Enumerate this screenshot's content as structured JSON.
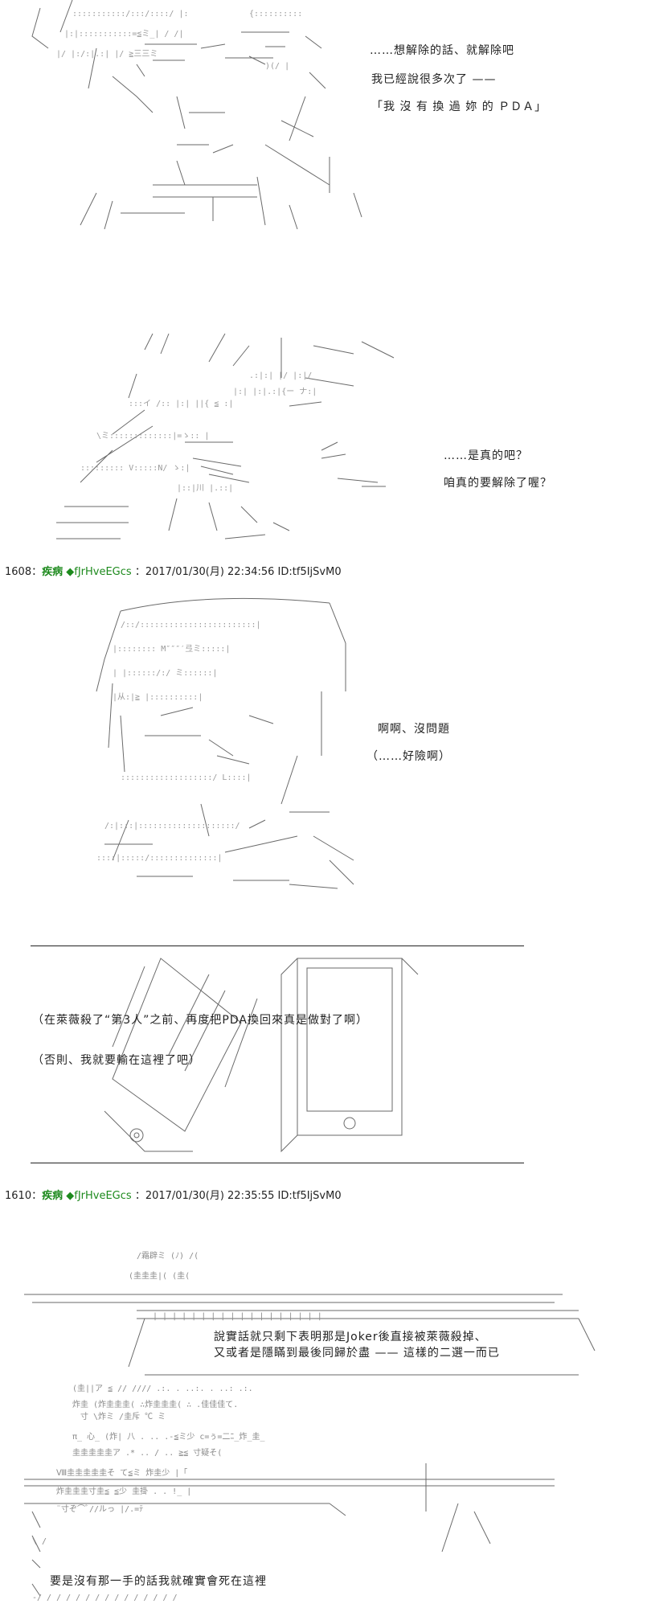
{
  "panel1": {
    "lines": [
      "……想解除的話、就解除吧",
      "我已經說很多次了 ——",
      "「我 沒 有 換 過 妳 的 ＰＤＡ」"
    ]
  },
  "panel2": {
    "lines": [
      "……是真的吧？",
      "咱真的要解除了喔？"
    ]
  },
  "post1608": {
    "number": "1608：",
    "name": "疾病",
    "trip": "◆fJrHveEGcs",
    "date": "：2017/01/30(月) 22:34:56 ID:tf5IjSvM0"
  },
  "panel3": {
    "lines": [
      "啊啊、沒問題",
      "（……好險啊）"
    ]
  },
  "panel4": {
    "lines": [
      "（在萊薇殺了“第3人”之前、再度把PDA換回來真是做對了啊）",
      "（否則、我就要輸在這裡了吧）"
    ]
  },
  "post1610": {
    "number": "1610：",
    "name": "疾病",
    "trip": "◆fJrHveEGcs",
    "date": "：2017/01/30(月) 22:35:55 ID:tf5IjSvM0"
  },
  "panel5": {
    "lines": [
      "說實話就只剩下表明那是Joker後直接被萊薇殺掉、",
      "又或者是隱瞞到最後同歸於盡 —— 這樣的二選一而已",
      "要是沒有那一手的話我就確實會死在這裡"
    ],
    "sfx": "炸圭圭圭"
  }
}
